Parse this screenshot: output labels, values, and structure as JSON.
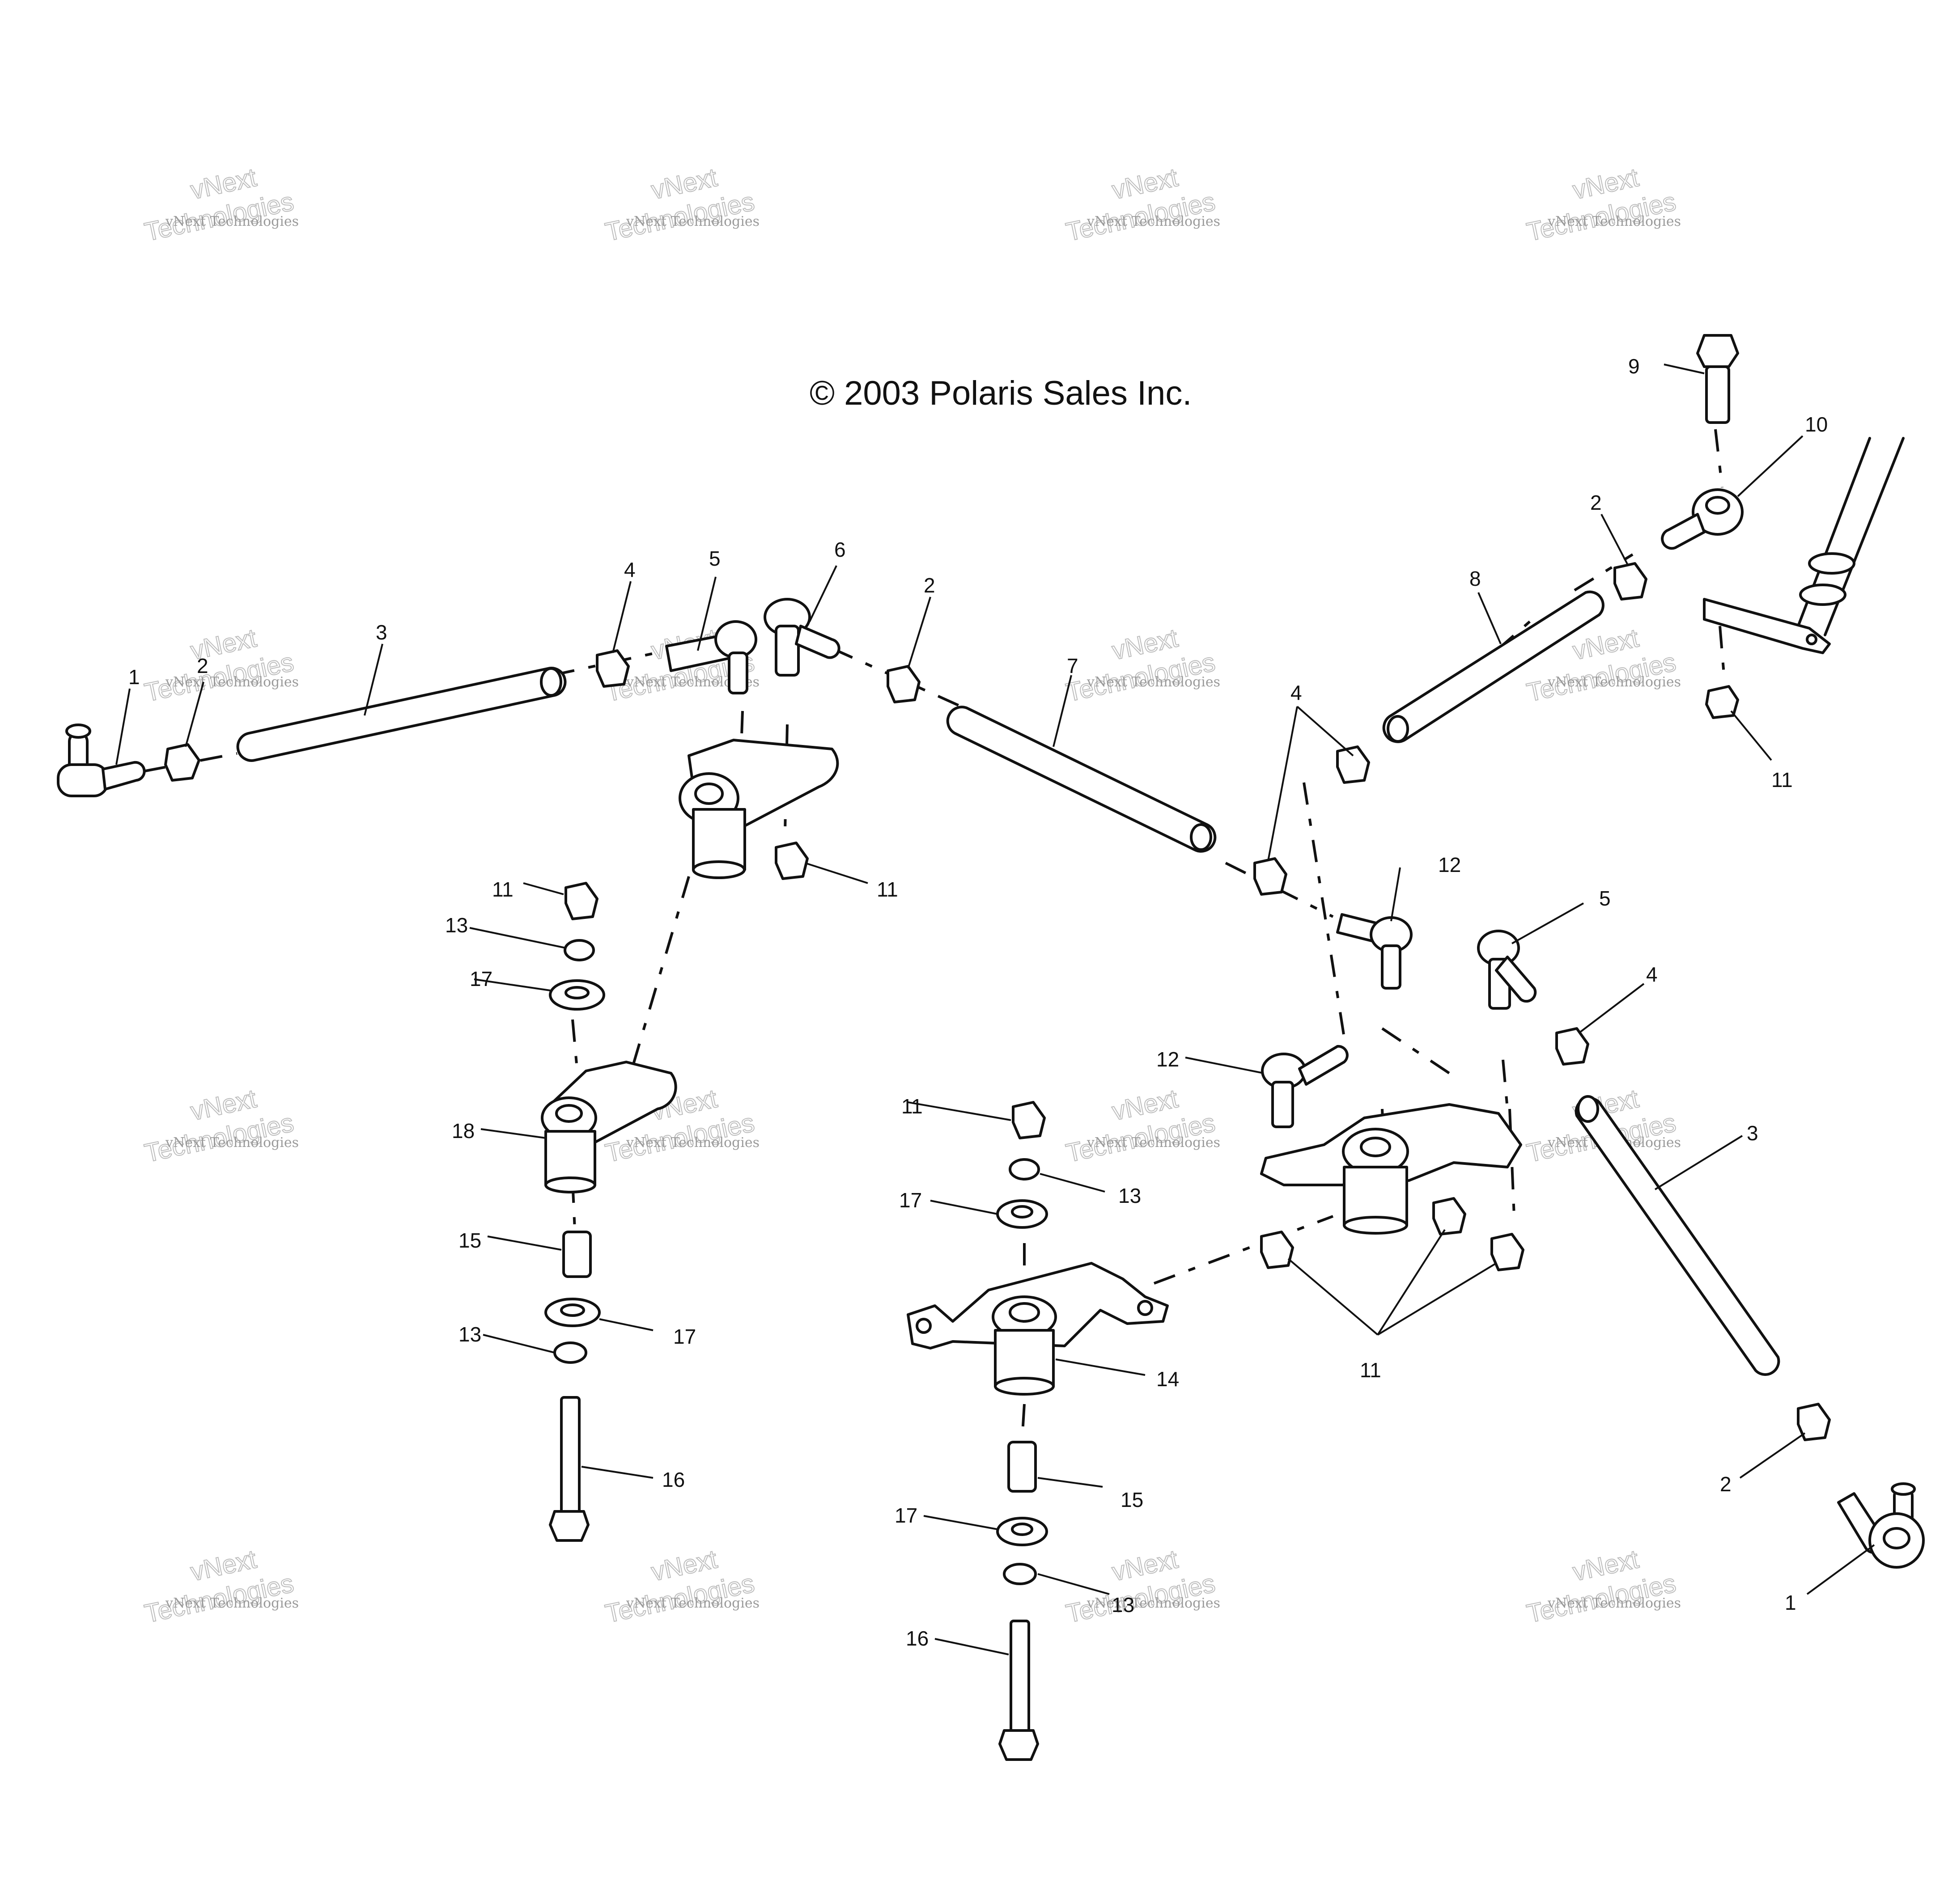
{
  "copyright": "© 2003 Polaris Sales Inc.",
  "watermark": {
    "small": "vNext Technologies",
    "line1": "vNext",
    "line2": "Technologies",
    "color": "#9a9a9a"
  },
  "callouts": {
    "c1a": "1",
    "c2a": "2",
    "c3a": "3",
    "c4a": "4",
    "c5a": "5",
    "c6": "6",
    "c2b": "2",
    "c7": "7",
    "c4b": "4",
    "c8": "8",
    "c2c": "2",
    "c9": "9",
    "c10": "10",
    "c11a": "11",
    "c11b": "11",
    "c11c": "11",
    "c13a": "13",
    "c17a": "17",
    "c18": "18",
    "c15a": "15",
    "c17b": "17",
    "c13b": "13",
    "c16a": "16",
    "c12a": "12",
    "c12b": "12",
    "c5b": "5",
    "c4c": "4",
    "c3b": "3",
    "c11d": "11",
    "c13c": "13",
    "c17c": "17",
    "c14": "14",
    "c11e": "11",
    "c15b": "15",
    "c17d": "17",
    "c13d": "13",
    "c16b": "16",
    "c2d": "2",
    "c1b": "1"
  }
}
